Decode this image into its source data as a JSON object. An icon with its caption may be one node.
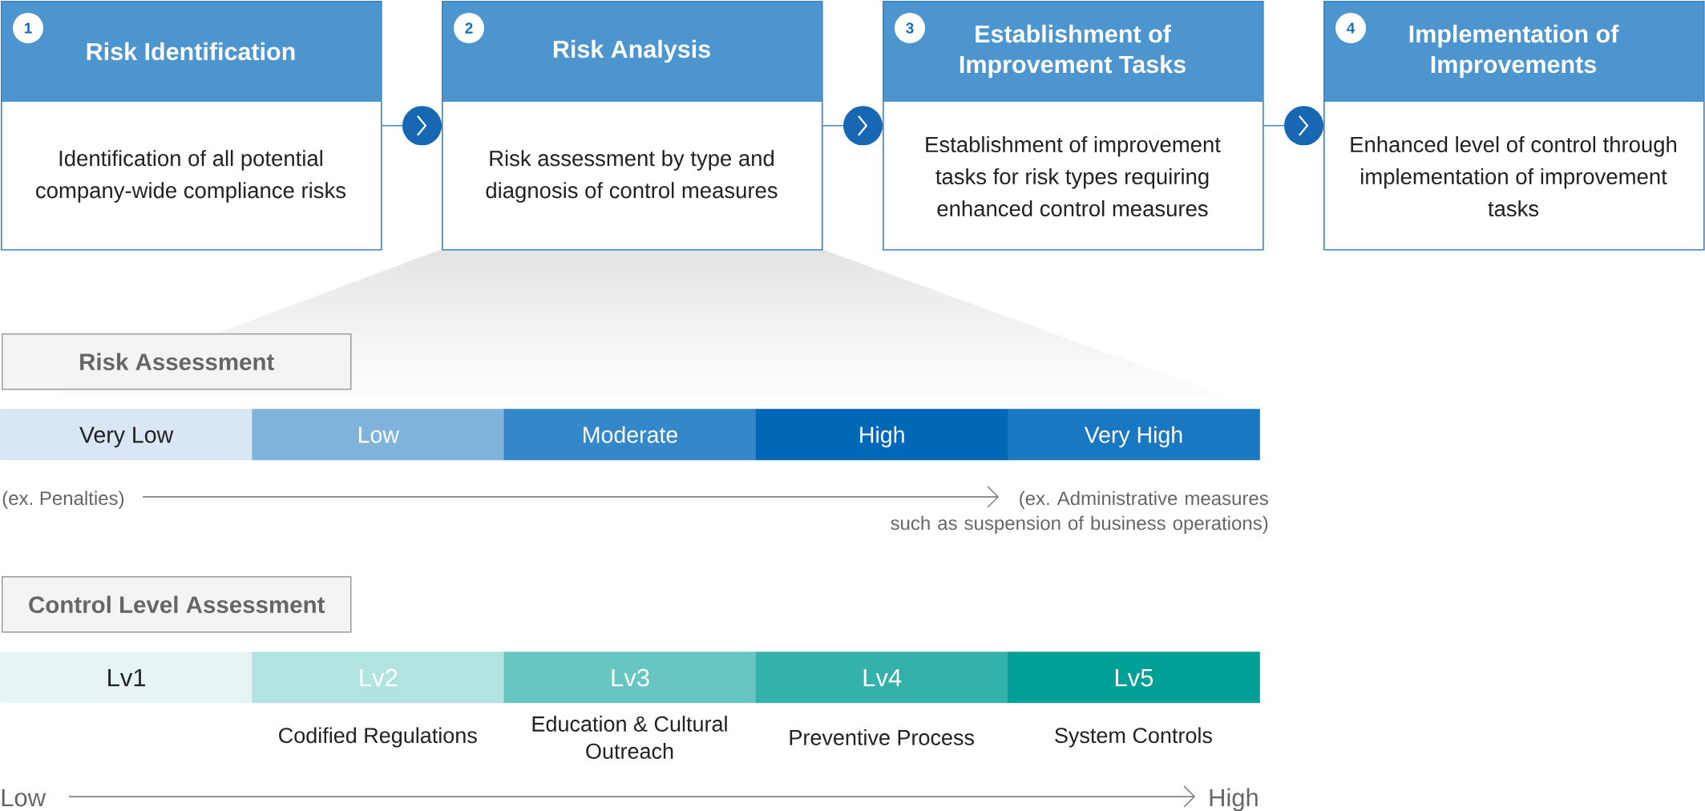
{
  "diagram": {
    "nodes": [
      {
        "text": [
          "Risk Identification",
          "Identification of all potential company-wide compliance risks"
        ]
      },
      {
        "text": [
          "1"
        ],
        "in": 0
      },
      {
        "text": [
          "Risk Analysis",
          "Risk assessment by type and diagnosis of control measures"
        ]
      },
      {
        "text": [
          "2"
        ],
        "in": 2
      },
      {
        "text": [
          "Establishment of Improvement Tasks",
          "Establishment of improvement tasks for risk types requiring enhanced control measures"
        ]
      },
      {
        "text": [
          "3"
        ],
        "in": 4
      },
      {
        "text": [
          "Implementation of Improvements",
          "Enhanced level of control through implementation of improvement tasks"
        ]
      },
      {
        "text": [
          "4"
        ],
        "in": 6
      },
      {
        "text": [
          "Risk Assessment"
        ]
      },
      {
        "text": [
          "Very Low"
        ]
      },
      {
        "text": [
          "Low"
        ]
      },
      {
        "text": [
          "Moderate"
        ]
      },
      {
        "text": [
          "High"
        ]
      },
      {
        "text": [
          "Very High"
        ]
      },
      {
        "text": [
          "Control Level Assessment"
        ]
      },
      {
        "text": [
          "Lv1"
        ]
      },
      {
        "text": [
          "Lv2"
        ],
        "beside": [
          "Codified Regulations"
        ]
      },
      {
        "text": [
          "Lv3"
        ],
        "beside": [
          "Education & Cultural Outreach"
        ]
      },
      {
        "text": [
          "Lv4"
        ],
        "beside": [
          "Preventive Process"
        ]
      },
      {
        "text": [
          "Lv5"
        ],
        "beside": [
          "System Controls"
        ]
      }
    ],
    "edges": [
      {
        "from": 0,
        "to": 2,
        "arrow": "to"
      },
      {
        "from": 2,
        "to": 4,
        "arrow": "to"
      },
      {
        "from": 4,
        "to": 6,
        "arrow": "to"
      }
    ],
    "labels": [
      "(ex. Penalties)",
      "(ex. Administrative measures such as suspension of business operations)",
      "Low",
      "High"
    ]
  }
}
